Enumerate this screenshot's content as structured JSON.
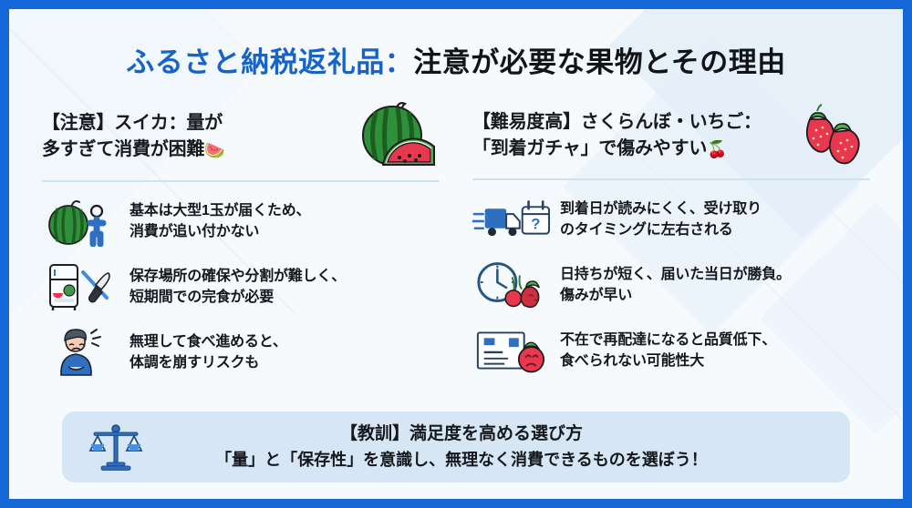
{
  "slide": {
    "border_color": "#1668d8",
    "background_color": "#f7fafd",
    "title_blue": "ふるさと納税返礼品：",
    "title_black": "注意が必要な果物とその理由"
  },
  "columns": [
    {
      "heading_line1": "【注意】スイカ：量が",
      "heading_line2": "多すぎて消費が困難",
      "heading_emoji": "🍉",
      "art_icon": "watermelon-illustration",
      "bullets": [
        {
          "icon": "watermelon-and-person-icon",
          "line1": "基本は大型1玉が届くため、",
          "line2": "消費が追い付かない"
        },
        {
          "icon": "refrigerator-and-knife-icon",
          "line1": "保存場所の確保や分割が難しく、",
          "line2": "短期間での完食が必要"
        },
        {
          "icon": "stomach-ache-person-icon",
          "line1": "無理して食べ進めると、",
          "line2": "体調を崩すリスクも"
        }
      ]
    },
    {
      "heading_line1": "【難易度高】さくらんぼ・いちご：",
      "heading_line2": "「到着ガチャ」で傷みやすい",
      "heading_emoji": "🍒",
      "art_icon": "strawberries-illustration",
      "bullets": [
        {
          "icon": "delivery-truck-and-calendar-question-icon",
          "line1": "到着日が読みにくく、受け取り",
          "line2": "のタイミングに左右される"
        },
        {
          "icon": "clock-and-cherries-icon",
          "line1": "日持ちが短く、届いた当日が勝負。",
          "line2": "傷みが早い"
        },
        {
          "icon": "redelivery-notice-and-sad-tomato-icon",
          "line1": "不在で再配達になると品質低下、",
          "line2": "食べられない可能性大"
        }
      ]
    }
  ],
  "summary": {
    "icon": "balance-scale-icon",
    "line1": "【教訓】満足度を高める選び方",
    "line2": "「量」と「保存性」を意識し、無理なく消費できるものを選ぼう！",
    "background_color": "#d7e6f5"
  }
}
